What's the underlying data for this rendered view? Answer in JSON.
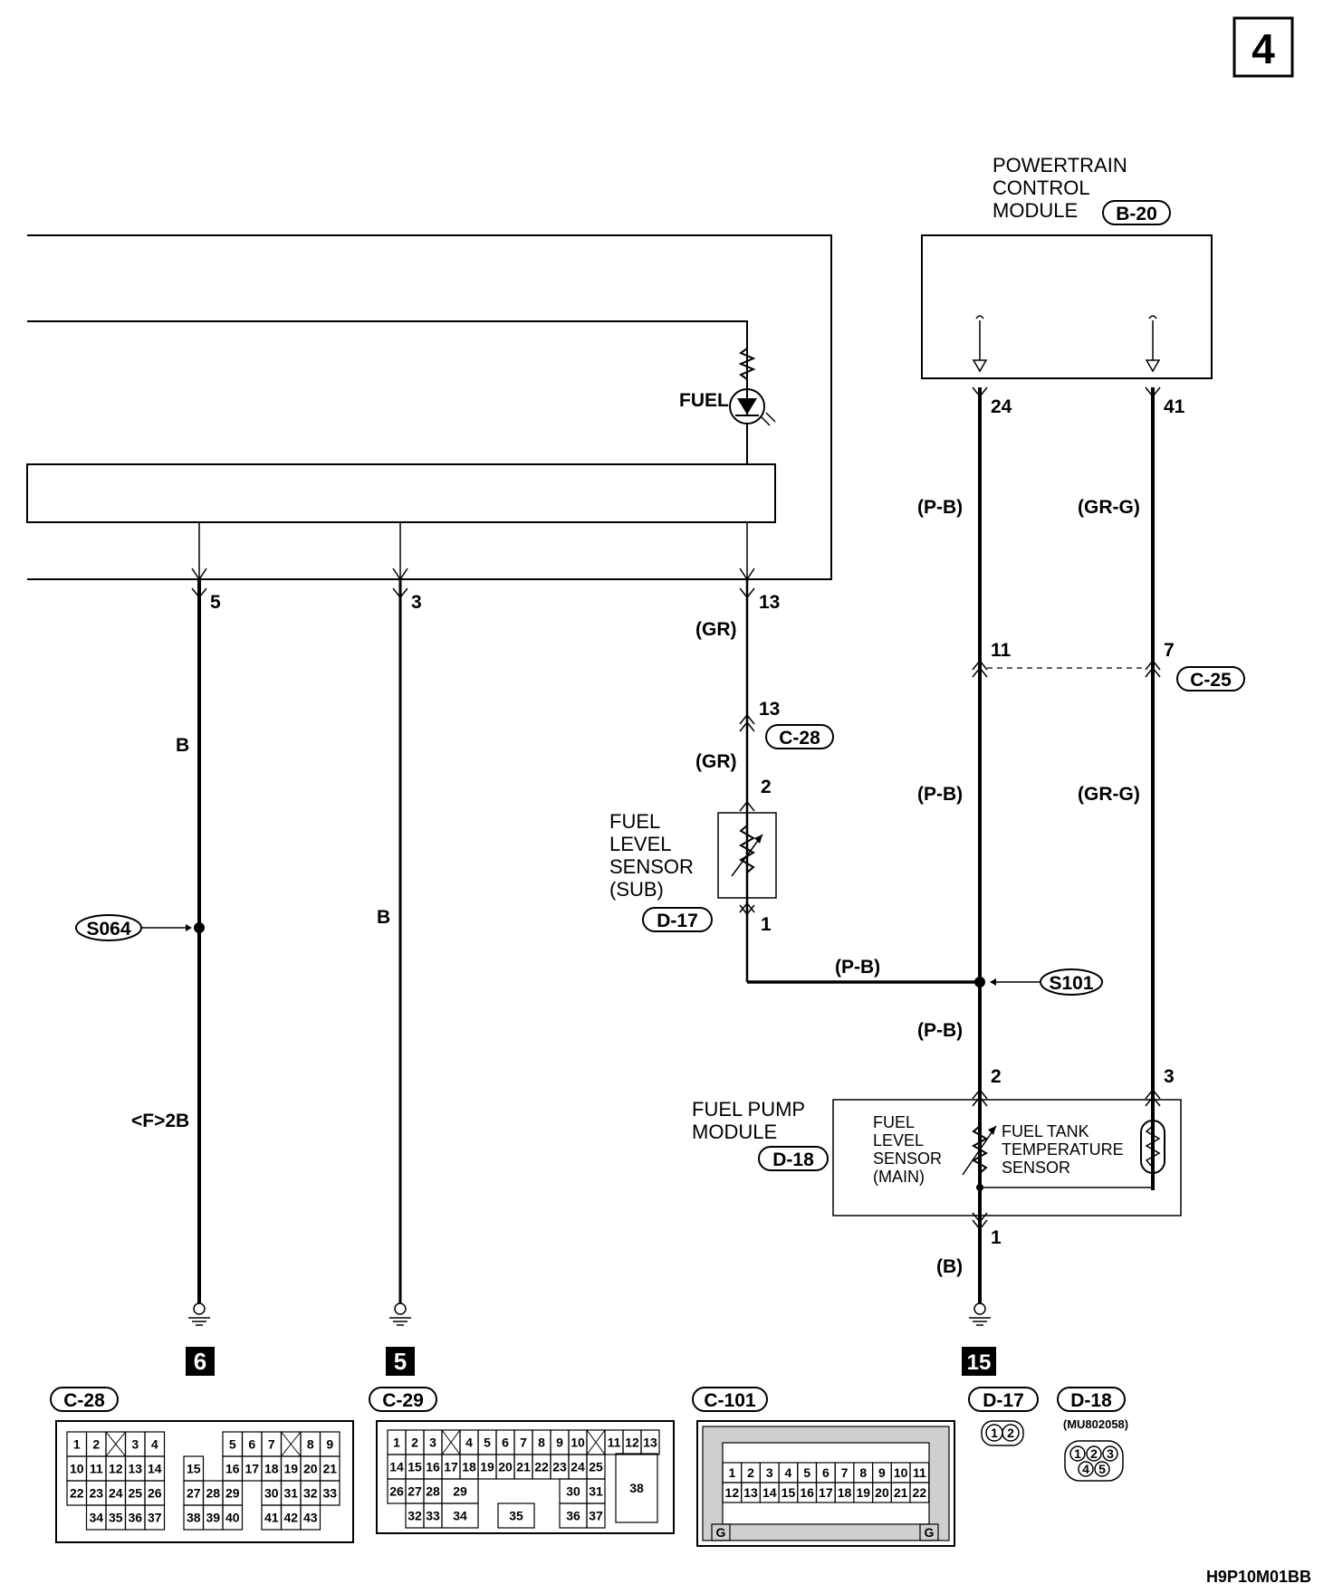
{
  "page_number": "4",
  "figure_code": "H9P10M01BB",
  "pcm": {
    "title_lines": [
      "POWERTRAIN",
      "CONTROL",
      "MODULE"
    ],
    "connector": "B-20",
    "pins": [
      "24",
      "41"
    ]
  },
  "fuel_lamp_label": "FUEL",
  "left_pins": [
    "5",
    "3",
    "13"
  ],
  "wires": {
    "b": "B",
    "gr": "(GR)",
    "pb": "(P-B)",
    "grg": "(GR-G)",
    "b_paren": "(B)",
    "f2b": "<F>2B"
  },
  "connectors": {
    "c28": "C-28",
    "c25": "C-25",
    "d17": "D-17",
    "d18": "D-18",
    "c29": "C-29",
    "c101": "C-101"
  },
  "pins": {
    "c28_pin": "13",
    "c25_pin_a": "11",
    "c25_pin_b": "7",
    "d17_pin_top": "2",
    "d17_pin_bottom": "1",
    "d18_pin_a": "2",
    "d18_pin_b": "3",
    "d18_pin_ground": "1"
  },
  "sub_sensor": {
    "lines": [
      "FUEL",
      "LEVEL",
      "SENSOR",
      "(SUB)"
    ]
  },
  "splices": {
    "s064": "S064",
    "s101": "S101"
  },
  "fuel_pump_module": {
    "title_lines": [
      "FUEL PUMP",
      "MODULE"
    ],
    "main_sensor_lines": [
      "FUEL",
      "LEVEL",
      "SENSOR",
      "(MAIN)"
    ],
    "temp_sensor_lines": [
      "FUEL TANK",
      "TEMPERATURE",
      "SENSOR"
    ]
  },
  "grounds": [
    "6",
    "5",
    "15"
  ],
  "connector_views": {
    "c28": {
      "label": "C-28",
      "rows": [
        [
          "1",
          "2",
          "X",
          "3",
          "4",
          "",
          "",
          "",
          "5",
          "6",
          "7",
          "X",
          "8",
          "9"
        ],
        [
          "10",
          "11",
          "12",
          "13",
          "14",
          "",
          "15",
          "",
          "16",
          "17",
          "18",
          "19",
          "20",
          "21"
        ],
        [
          "22",
          "23",
          "24",
          "25",
          "26",
          "",
          "27",
          "28",
          "29",
          "",
          "30",
          "31",
          "32",
          "33"
        ],
        [
          "",
          "34",
          "35",
          "36",
          "37",
          "",
          "38",
          "39",
          "40",
          "",
          "41",
          "42",
          "43",
          ""
        ]
      ]
    },
    "c29": {
      "label": "C-29",
      "rows": [
        [
          "1",
          "2",
          "3",
          "X",
          "4",
          "5",
          "6",
          "7",
          "8",
          "9",
          "10",
          "X",
          "11",
          "12",
          "13"
        ],
        [
          "14",
          "15",
          "16",
          "17",
          "18",
          "19",
          "20",
          "21",
          "22",
          "23",
          "24",
          "25"
        ],
        [
          "26",
          "27",
          "28",
          "29",
          "",
          "",
          "30",
          "31",
          "38"
        ],
        [
          "32",
          "33",
          "34",
          "35",
          "36",
          "37"
        ]
      ]
    },
    "c101": {
      "label": "C-101",
      "row1": [
        "1",
        "2",
        "3",
        "4",
        "5",
        "6",
        "7",
        "8",
        "9",
        "10",
        "11"
      ],
      "row2": [
        "12",
        "13",
        "14",
        "15",
        "16",
        "17",
        "18",
        "19",
        "20",
        "21",
        "22"
      ],
      "g": "G"
    },
    "d17": {
      "label": "D-17",
      "pins": [
        "1",
        "2"
      ]
    },
    "d18": {
      "label": "D-18",
      "part": "(MU802058)",
      "pins": [
        "1",
        "2",
        "3",
        "4",
        "5"
      ]
    }
  }
}
